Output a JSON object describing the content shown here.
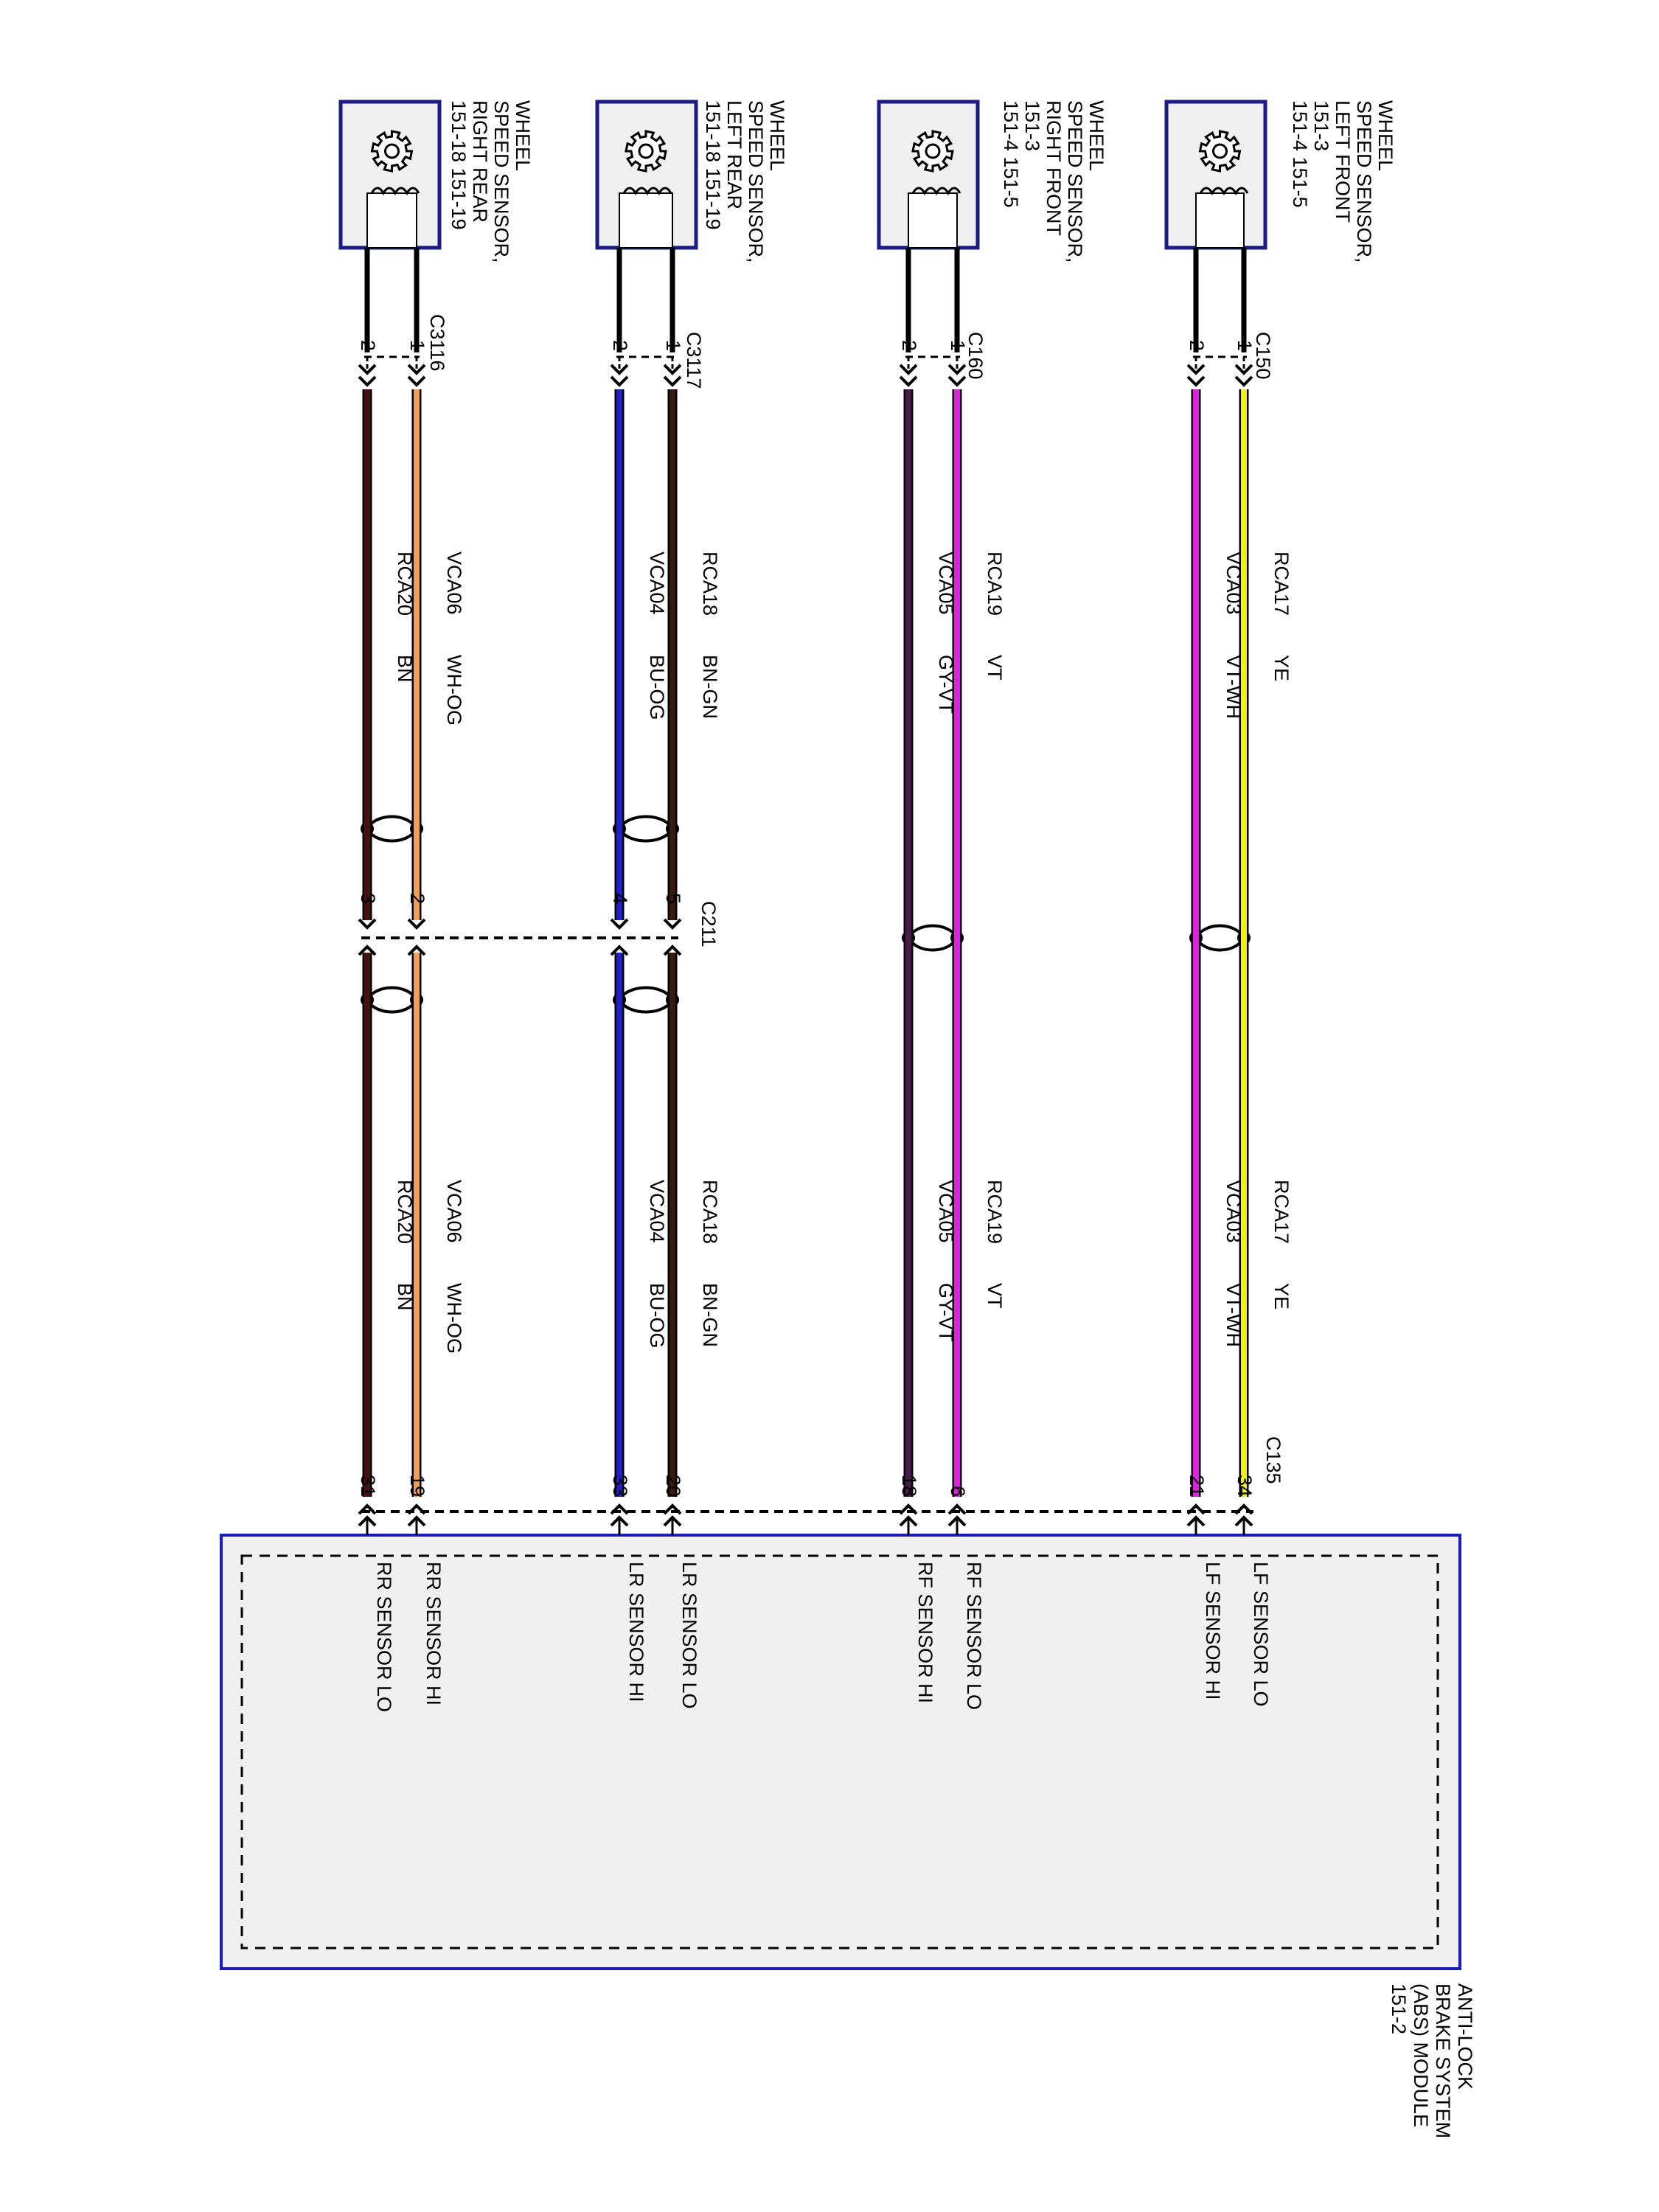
{
  "sensors": [
    {
      "id": "lf",
      "title": [
        "WHEEL",
        "SPEED SENSOR,",
        "LEFT FRONT",
        "151-3",
        "151-4   151-5"
      ]
    },
    {
      "id": "rf",
      "title": [
        "WHEEL",
        "SPEED SENSOR,",
        "RIGHT FRONT",
        "151-3",
        "151-4   151-5"
      ]
    },
    {
      "id": "lr",
      "title": [
        "WHEEL",
        "SPEED SENSOR,",
        "LEFT REAR",
        "151-18   151-19"
      ]
    },
    {
      "id": "rr",
      "title": [
        "WHEEL",
        "SPEED SENSOR,",
        "RIGHT REAR",
        "151-18   151-19"
      ]
    }
  ],
  "sensor_connectors": [
    "C150",
    "C160",
    "C3117",
    "C3116"
  ],
  "inline_connector": "C211",
  "module_connector": "C135",
  "module_title": [
    "ANTI-LOCK",
    "BRAKE SYSTEM",
    "(ABS) MODULE",
    "151-2"
  ],
  "wires": [
    {
      "id": "w1",
      "circuit": "RCA17",
      "color_code": "YE",
      "color": "#f2f20a",
      "sensor_pin": "1",
      "module_pin": "34",
      "module_label": "LF SENSOR LO"
    },
    {
      "id": "w2",
      "circuit": "VCA03",
      "color_code": "VT-WH",
      "color": "#e020e0",
      "sensor_pin": "2",
      "module_pin": "21",
      "module_label": "LF SENSOR HI"
    },
    {
      "id": "w3",
      "circuit": "RCA19",
      "color_code": "VT",
      "color": "#e020e0",
      "sensor_pin": "1",
      "module_pin": "6",
      "module_label": "RF SENSOR LO"
    },
    {
      "id": "w4",
      "circuit": "VCA05",
      "color_code": "GY-VT",
      "color": "#4a1a4a",
      "sensor_pin": "2",
      "module_pin": "18",
      "module_label": "RF SENSOR HI"
    },
    {
      "id": "w5",
      "circuit": "RCA18",
      "color_code": "BN-GN",
      "color": "#3a1a10",
      "sensor_pin": "1",
      "inline_pin": "5",
      "module_pin": "20",
      "module_label": "LR SENSOR LO"
    },
    {
      "id": "w6",
      "circuit": "VCA04",
      "color_code": "BU-OG",
      "color": "#2020c8",
      "sensor_pin": "2",
      "inline_pin": "4",
      "module_pin": "33",
      "module_label": "LR SENSOR HI"
    },
    {
      "id": "w7",
      "circuit": "RCA20",
      "color_code": "BN",
      "color": "#4a1010",
      "sensor_pin": "2",
      "inline_pin": "3",
      "module_pin": "31",
      "module_label": "RR SENSOR LO"
    },
    {
      "id": "w8",
      "circuit": "VCA06",
      "color_code": "WH-OG",
      "color": "#f0a050",
      "sensor_pin": "1",
      "inline_pin": "2",
      "module_pin": "19",
      "module_label": "RR SENSOR HI"
    }
  ],
  "colors": {
    "module_border": "#1a1ac8",
    "module_fill": "#f0f0f0",
    "sensor_border": "#1a1a8a",
    "sensor_fill": "#f0f0f0"
  }
}
